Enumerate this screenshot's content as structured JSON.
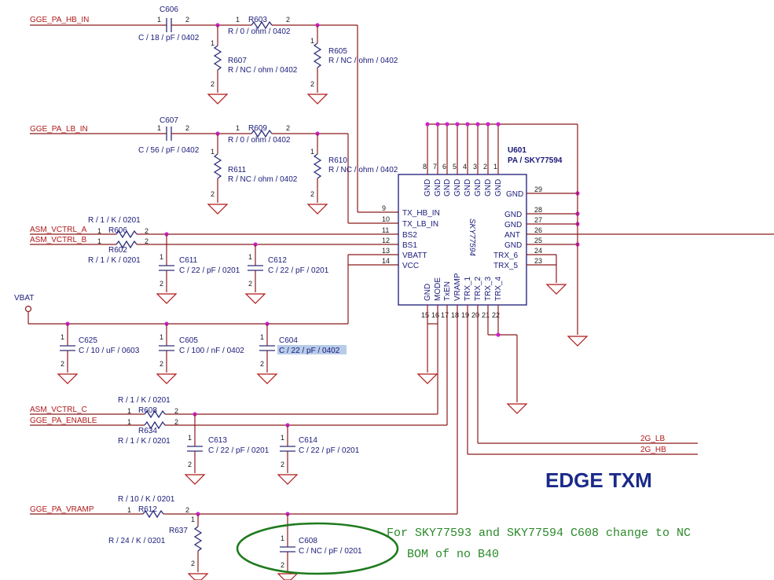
{
  "title": "EDGE TXM",
  "nets": {
    "gge_pa_hb_in": "GGE_PA_HB_IN",
    "gge_pa_lb_in": "GGE_PA_LB_IN",
    "asm_vctrl_a": "ASM_VCTRL_A",
    "asm_vctrl_b": "ASM_VCTRL_B",
    "vbat": "VBAT",
    "asm_vctrl_c": "ASM_VCTRL_C",
    "gge_pa_enable": "GGE_PA_ENABLE",
    "gge_pa_vramp": "GGE_PA_VRAMP",
    "lb_2g": "2G_LB",
    "hb_2g": "2G_HB"
  },
  "components": {
    "c606": {
      "ref": "C606",
      "value": "C / 18 / pF / 0402"
    },
    "r603": {
      "ref": "R603",
      "value": "R / 0 / ohm / 0402"
    },
    "r607": {
      "ref": "R607",
      "value": "R / NC / ohm / 0402"
    },
    "r605": {
      "ref": "R605",
      "value": "R / NC / ohm / 0402"
    },
    "c607": {
      "ref": "C607",
      "value": "C / 56 / pF / 0402"
    },
    "r609": {
      "ref": "R609",
      "value": "R / 0 / ohm / 0402"
    },
    "r611": {
      "ref": "R611",
      "value": "R / NC / ohm / 0402"
    },
    "r610": {
      "ref": "R610",
      "value": "R / NC / ohm / 0402"
    },
    "r606": {
      "ref": "R606",
      "value": "R / 1 / K / 0201"
    },
    "r602": {
      "ref": "R602",
      "value": "R / 1 / K / 0201"
    },
    "c611": {
      "ref": "C611",
      "value": "C / 22 / pF / 0201"
    },
    "c612": {
      "ref": "C612",
      "value": "C / 22 / pF / 0201"
    },
    "c625": {
      "ref": "C625",
      "value": "C / 10 / uF / 0603"
    },
    "c605": {
      "ref": "C605",
      "value": "C / 100 / nF / 0402"
    },
    "c604": {
      "ref": "C604",
      "value": "C / 22 / pF / 0402"
    },
    "r608": {
      "ref": "R608",
      "value": "R / 1 / K / 0201"
    },
    "r634": {
      "ref": "R634",
      "value": "R / 1 / K / 0201"
    },
    "c613": {
      "ref": "C613",
      "value": "C / 22 / pF / 0201"
    },
    "c614": {
      "ref": "C614",
      "value": "C / 22 / pF / 0201"
    },
    "r612": {
      "ref": "R612",
      "value": "R / 10 / K / 0201"
    },
    "r637": {
      "ref": "R637",
      "value": "R / 24 / K / 0201"
    },
    "c608": {
      "ref": "C608",
      "value": "C / NC / pF / 0201"
    }
  },
  "chip": {
    "ref": "U601",
    "part": "PA / SKY77594",
    "body_text": "SKY77594",
    "top_pins": [
      {
        "num": "8",
        "name": "GND"
      },
      {
        "num": "7",
        "name": "GND"
      },
      {
        "num": "6",
        "name": "GND"
      },
      {
        "num": "5",
        "name": "GND"
      },
      {
        "num": "4",
        "name": "GND"
      },
      {
        "num": "3",
        "name": "GND"
      },
      {
        "num": "2",
        "name": "GND"
      },
      {
        "num": "1",
        "name": "GND"
      }
    ],
    "left_pins": [
      {
        "num": "9",
        "name": "TX_HB_IN"
      },
      {
        "num": "10",
        "name": "TX_LB_IN"
      },
      {
        "num": "11",
        "name": "BS2"
      },
      {
        "num": "12",
        "name": "BS1"
      },
      {
        "num": "13",
        "name": "VBATT"
      },
      {
        "num": "14",
        "name": "VCC"
      }
    ],
    "right_pins": [
      {
        "num": "29",
        "name": "GND"
      },
      {
        "num": "28",
        "name": "GND"
      },
      {
        "num": "27",
        "name": "GND"
      },
      {
        "num": "26",
        "name": "ANT"
      },
      {
        "num": "25",
        "name": "GND"
      },
      {
        "num": "24",
        "name": "TRX_6"
      },
      {
        "num": "23",
        "name": "TRX_5"
      }
    ],
    "bottom_pins": [
      {
        "num": "15",
        "name": "GND"
      },
      {
        "num": "16",
        "name": "MODE"
      },
      {
        "num": "17",
        "name": "TxEN"
      },
      {
        "num": "18",
        "name": "VRAMP"
      },
      {
        "num": "19",
        "name": "TRX_1"
      },
      {
        "num": "20",
        "name": "TRX_2"
      },
      {
        "num": "21",
        "name": "TRX_3"
      },
      {
        "num": "22",
        "name": "TRX_4"
      }
    ]
  },
  "pins": {
    "one": "1",
    "two": "2"
  },
  "note": {
    "line1": "For SKY77593 and SKY77594 C608 change to NC",
    "line2": "BOM of no B40"
  }
}
